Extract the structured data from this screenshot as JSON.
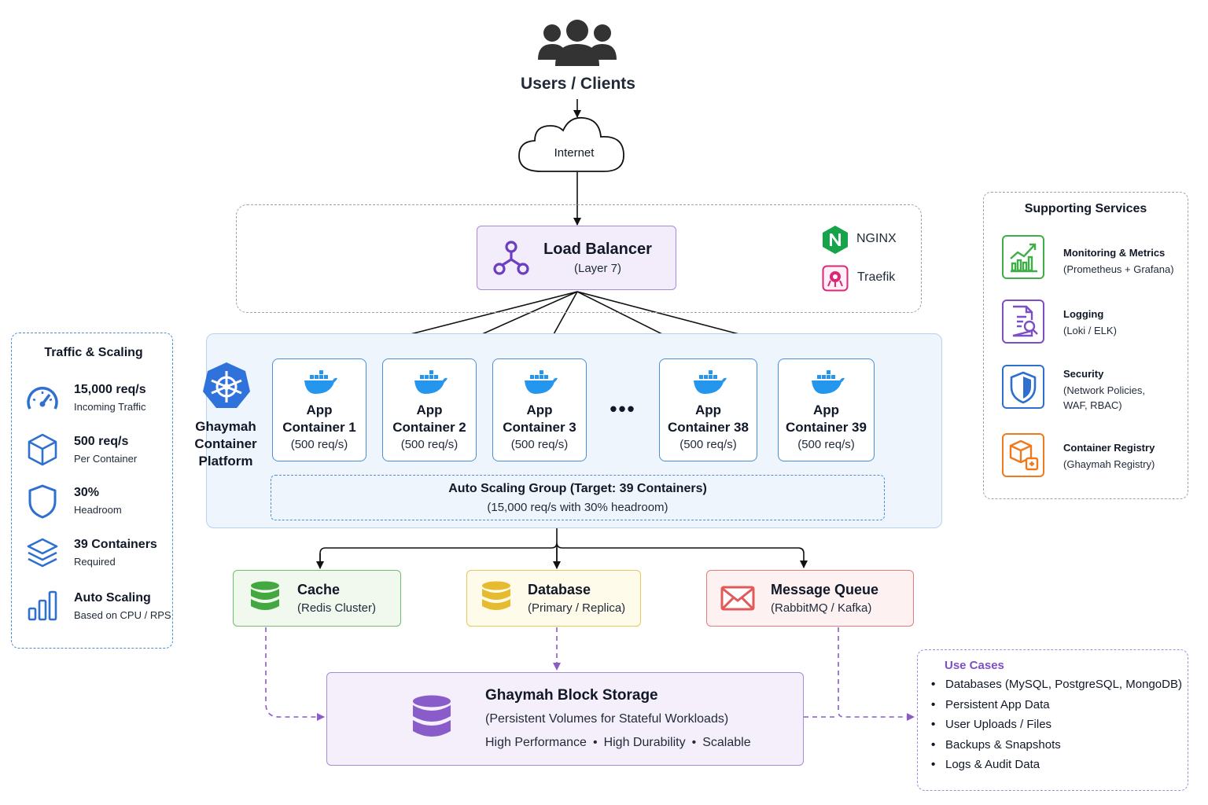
{
  "users": {
    "label": "Users / Clients"
  },
  "internet": {
    "label": "Internet"
  },
  "load_balancer": {
    "title": "Load Balancer",
    "subtitle": "(Layer 7)",
    "brands": [
      {
        "label": "NGINX",
        "color": "#16a34a",
        "icon": "nginx-icon"
      },
      {
        "label": "Traefik",
        "color": "#db2777",
        "icon": "traefik-icon"
      }
    ]
  },
  "platform": {
    "label_lines": [
      "Ghaymah",
      "Container",
      "Platform"
    ],
    "containers": [
      {
        "line1": "App",
        "line2": "Container 1",
        "rate": "(500 req/s)"
      },
      {
        "line1": "App",
        "line2": "Container 2",
        "rate": "(500 req/s)"
      },
      {
        "line1": "App",
        "line2": "Container 3",
        "rate": "(500 req/s)"
      },
      {
        "line1": "App",
        "line2": "Container 38",
        "rate": "(500 req/s)"
      },
      {
        "line1": "App",
        "line2": "Container 39",
        "rate": "(500 req/s)"
      }
    ],
    "ellipsis": "•••",
    "asg_title": "Auto Scaling Group (Target: 39 Containers)",
    "asg_subtitle": "(15,000 req/s with 30% headroom)"
  },
  "services": [
    {
      "title": "Cache",
      "subtitle": "(Redis Cluster)",
      "color": "#4caf50",
      "bg": "#f1f9ef",
      "icon": "database-icon"
    },
    {
      "title": "Database",
      "subtitle": "(Primary / Replica)",
      "color": "#e3b93a",
      "bg": "#fefbea",
      "icon": "database-icon"
    },
    {
      "title": "Message Queue",
      "subtitle": "(RabbitMQ / Kafka)",
      "color": "#e05a5a",
      "bg": "#fdf1f1",
      "icon": "mail-icon"
    }
  ],
  "storage": {
    "title": "Ghaymah Block Storage",
    "subtitle": "(Persistent Volumes for Stateful Workloads)",
    "features": [
      "High Performance",
      "High Durability",
      "Scalable"
    ],
    "separator": "•"
  },
  "traffic": {
    "title": "Traffic & Scaling",
    "items": [
      {
        "value": "15,000 req/s",
        "desc": "Incoming Traffic",
        "icon": "gauge-icon"
      },
      {
        "value": "500 req/s",
        "desc": "Per Container",
        "icon": "cube-icon"
      },
      {
        "value": "30%",
        "desc": "Headroom",
        "icon": "shield-icon"
      },
      {
        "value": "39 Containers",
        "desc": "Required",
        "icon": "layers-icon"
      },
      {
        "value": "Auto Scaling",
        "desc": "Based on CPU / RPS",
        "icon": "bar-chart-icon"
      }
    ]
  },
  "supporting": {
    "title": "Supporting Services",
    "items": [
      {
        "title": "Monitoring & Metrics",
        "sub": [
          "(Prometheus + Grafana)"
        ],
        "color": "#3fae49",
        "icon": "chart-up-icon"
      },
      {
        "title": "Logging",
        "sub": [
          "(Loki / ELK)"
        ],
        "color": "#7c4fc4",
        "icon": "log-search-icon"
      },
      {
        "title": "Security",
        "sub": [
          "(Network Policies,",
          "WAF, RBAC)"
        ],
        "color": "#2f6fd0",
        "icon": "security-shield-icon"
      },
      {
        "title": "Container Registry",
        "sub": [
          "(Ghaymah Registry)"
        ],
        "color": "#ee7a1d",
        "icon": "registry-icon"
      }
    ]
  },
  "use_cases": {
    "title": "Use Cases",
    "items": [
      "Databases (MySQL, PostgreSQL, MongoDB)",
      "Persistent App Data",
      "User Uploads / Files",
      "Backups & Snapshots",
      "Logs & Audit Data"
    ]
  }
}
